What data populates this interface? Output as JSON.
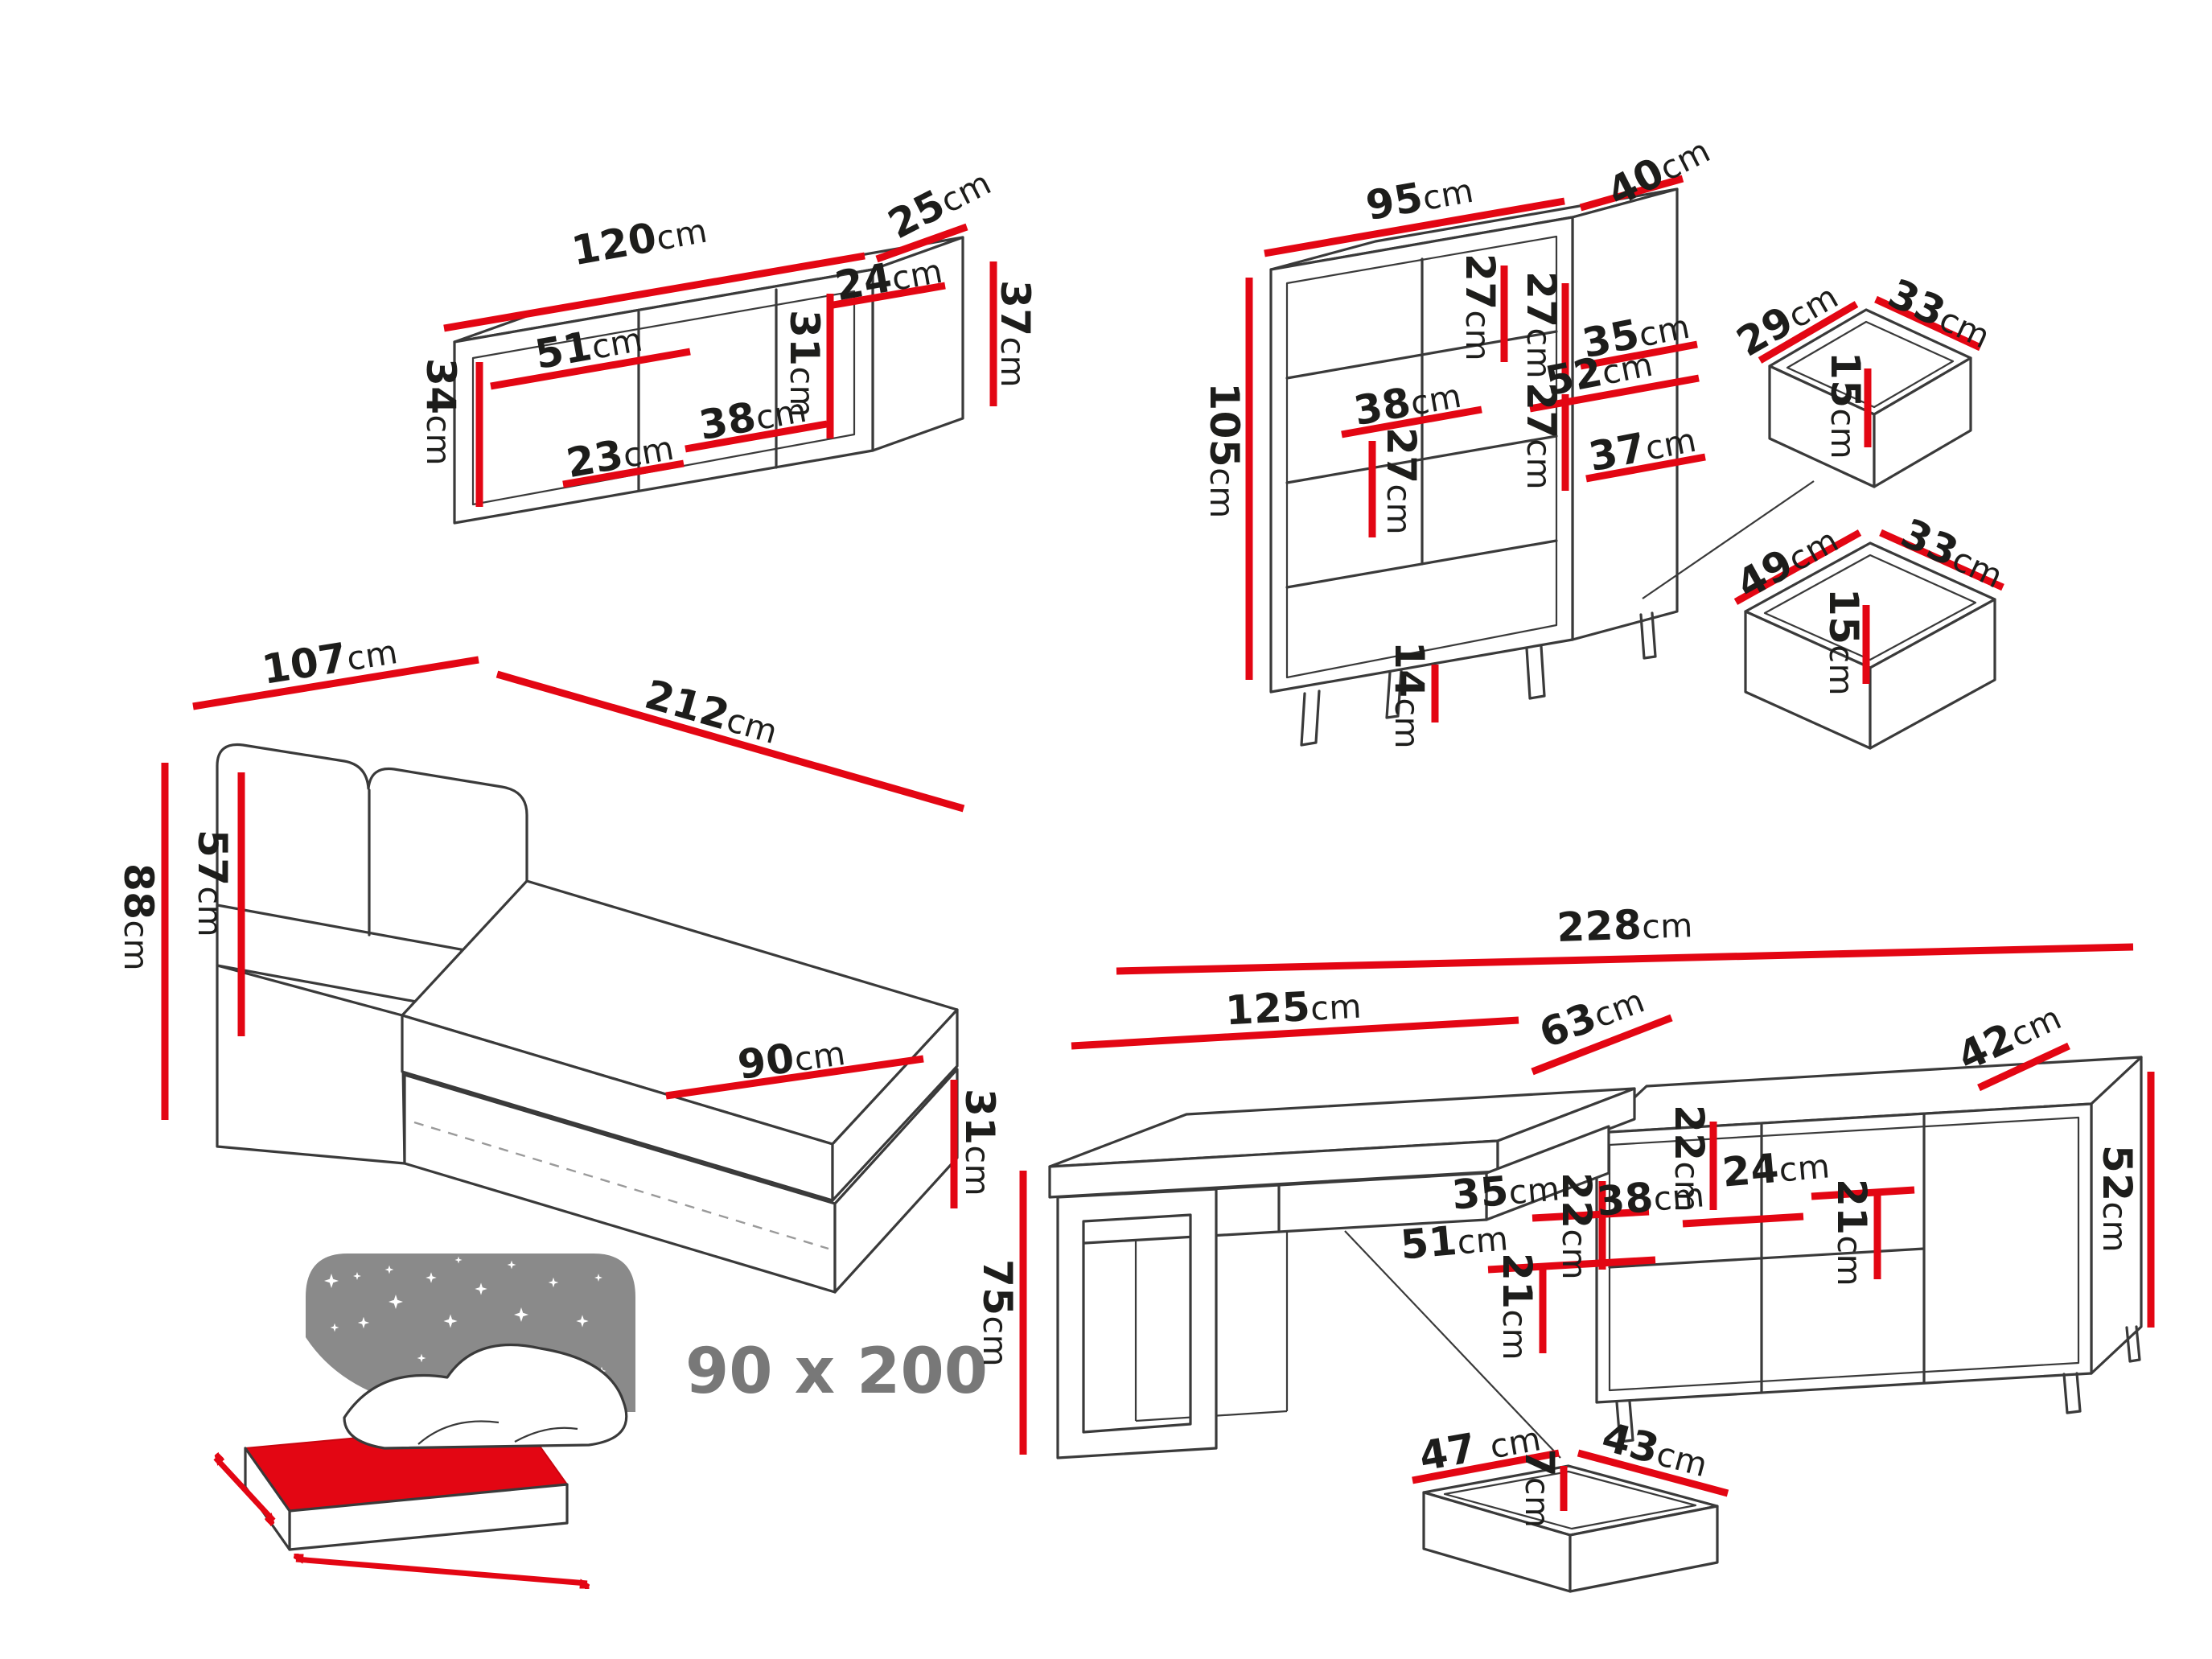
{
  "colors": {
    "dimension_red": "#e30613",
    "outline": "#3a3a3a",
    "hidden_line": "#9a9a9a",
    "icon_gray": "#8a8a8a",
    "label_text": "#1d1d1b",
    "size_label_gray": "#787878"
  },
  "wall_shelf": {
    "width": "120cm",
    "depth": "25cm",
    "inner_top_right": "24cm",
    "height_right": "37cm",
    "shelf_width": "51cm",
    "inner_height": "31cm",
    "height_left": "34cm",
    "inner_width_middle": "38cm",
    "inner_width_bottom": "23cm"
  },
  "bookcase": {
    "width": "95cm",
    "depth": "40cm",
    "height": "105cm",
    "leg_height": "14cm",
    "inner": {
      "a": "27cm",
      "b": "27cm",
      "c": "35cm",
      "d": "52cm",
      "e": "38cm",
      "f": "27cm",
      "g": "37cm",
      "h": "27cm"
    }
  },
  "drawer_small": {
    "width": "29cm",
    "depth": "33cm",
    "height": "15cm"
  },
  "drawer_large": {
    "width": "49cm",
    "depth": "33cm",
    "height": "15cm"
  },
  "bed": {
    "headboard_width": "107cm",
    "length": "212cm",
    "height": "88cm",
    "headboard_height": "57cm",
    "mattress_width": "90cm",
    "frame_height": "31cm",
    "size_label": "90 x 200"
  },
  "desk": {
    "total_width": "228cm",
    "top_width": "125cm",
    "top_depth": "63cm",
    "cabinet_depth": "42cm",
    "cabinet_height": "52cm",
    "height": "75cm",
    "inner": {
      "a": "22cm",
      "b": "35cm",
      "c": "51cm",
      "d": "21cm",
      "e": "38cm",
      "f": "22cm",
      "g": "24cm",
      "h": "21cm"
    },
    "drawer": {
      "width": "47 cm",
      "depth": "43cm",
      "height": "7cm"
    }
  }
}
